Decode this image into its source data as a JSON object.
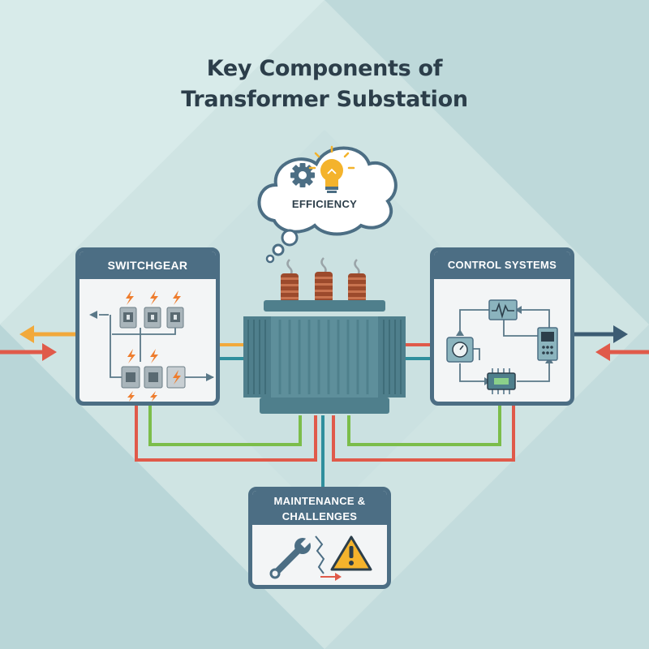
{
  "title": {
    "line1": "Key Components of",
    "line2": "Transformer Substation"
  },
  "thought_bubble": {
    "label": "EFFICIENCY",
    "icons": [
      "gear-icon",
      "lightbulb-icon"
    ]
  },
  "components": {
    "switchgear": {
      "label": "SWITCHGEAR",
      "icons": [
        "lightning-bolt-icon",
        "breaker-icon"
      ]
    },
    "control_systems": {
      "label": "CONTROL SYSTEMS",
      "icons": [
        "waveform-icon",
        "gauge-icon",
        "chip-icon",
        "control-panel-icon"
      ]
    },
    "maintenance": {
      "label_line1": "MAINTENANCE &",
      "label_line2": "CHALLENGES",
      "icons": [
        "wrench-icon",
        "crack-icon",
        "warning-icon"
      ]
    },
    "transformer": {
      "icons": [
        "transformer-icon",
        "bushing-icon"
      ]
    }
  },
  "colors": {
    "panel_border": "#4c6e84",
    "line_red": "#e05a4a",
    "line_green": "#7bbd4a",
    "line_teal": "#2f8f9d",
    "arrow_orange": "#f2a93b",
    "arrow_blue": "#3c5c73",
    "bolt_orange": "#ee7d2e",
    "warning_yellow": "#f4b32c"
  }
}
